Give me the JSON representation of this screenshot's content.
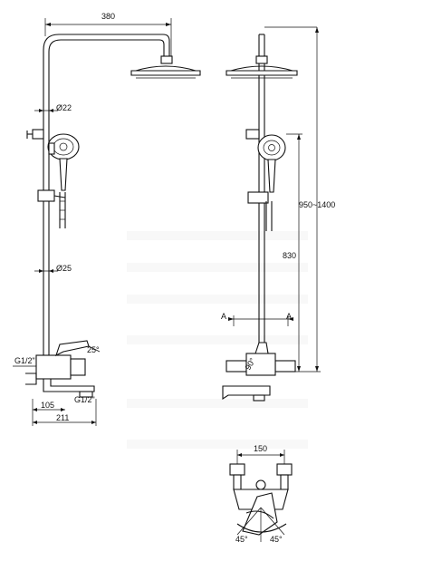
{
  "labels": {
    "top_width": "380",
    "dia_upper": "Ø22",
    "dia_lower": "Ø25",
    "inlet_thread": "G1/2\"",
    "outlet_thread": "G1/2\"",
    "lever_angle": "25°",
    "spout_dim": "105",
    "base_width": "211",
    "height_range": "950~1400",
    "mid_height": "830",
    "section_a_left": "A",
    "section_a_right": "A",
    "mixer_angle": "90°",
    "bottom_width": "150",
    "angle_left": "45°",
    "angle_right": "45°"
  },
  "colors": {
    "line": "#111111",
    "background": "#ffffff"
  }
}
